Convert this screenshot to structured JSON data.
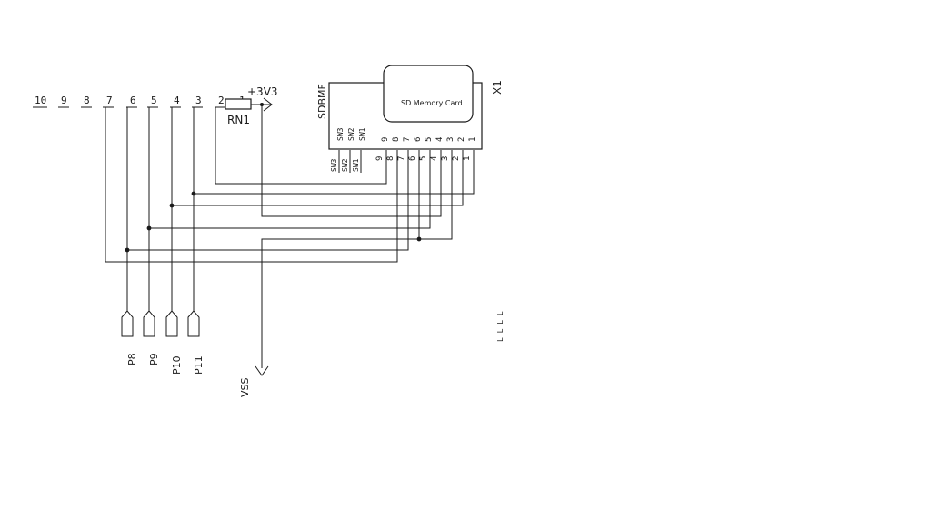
{
  "resistor": {
    "ref": "RN1",
    "pins": [
      "10",
      "9",
      "8",
      "7",
      "6",
      "5",
      "4",
      "3",
      "2",
      "1"
    ]
  },
  "supply": {
    "label": "+3V3"
  },
  "ground": {
    "label": "VSS"
  },
  "connector": {
    "ref": "X1",
    "package": "SDBMF",
    "card_label": "SD Memory Card",
    "switch_labels": [
      "SW3",
      "SW2",
      "SW1"
    ],
    "pins": [
      "9",
      "8",
      "7",
      "6",
      "5",
      "4",
      "3",
      "2",
      "1"
    ]
  },
  "probes": [
    "P8",
    "P9",
    "P10",
    "P11"
  ],
  "side_marks": "L L L L"
}
